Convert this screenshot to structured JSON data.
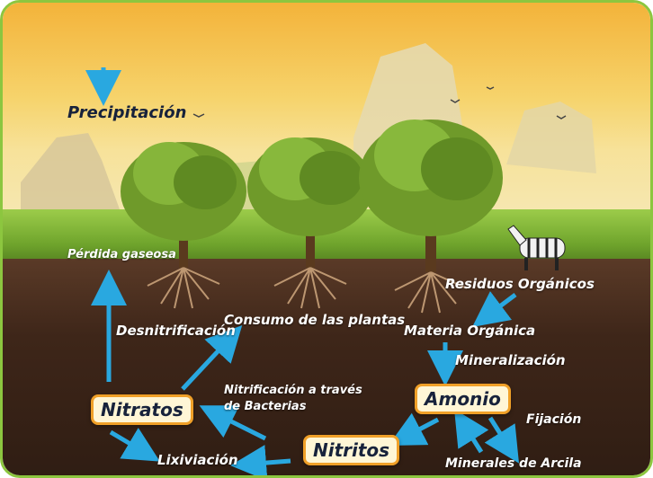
{
  "colors": {
    "arrow": "#29a8e0",
    "box_border": "#f0a028",
    "box_fill": "#fff6d6",
    "frame": "#8cc63f"
  },
  "labels": {
    "precipitacion": "Precipitación",
    "perdida_gaseosa": "Pérdida gaseosa",
    "desnitrificacion": "Desnitrificación",
    "consumo_plantas": "Consumo de las plantas",
    "residuos_organicos": "Residuos Orgánicos",
    "materia_organica": "Materia Orgánica",
    "mineralizacion": "Mineralización",
    "nitrificacion_line1": "Nitrificación a través",
    "nitrificacion_line2": "de Bacterias",
    "fijacion": "Fijación",
    "lixiviacion": "Lixiviación",
    "minerales_arcilla": "Minerales de Arcila"
  },
  "nodes": {
    "nitratos": "Nitratos",
    "amonio": "Amonio",
    "nitritos": "Nitritos"
  },
  "icons": [
    "tree-icon",
    "zebra-icon",
    "bird-icon",
    "mountain-icon",
    "root-icon"
  ]
}
